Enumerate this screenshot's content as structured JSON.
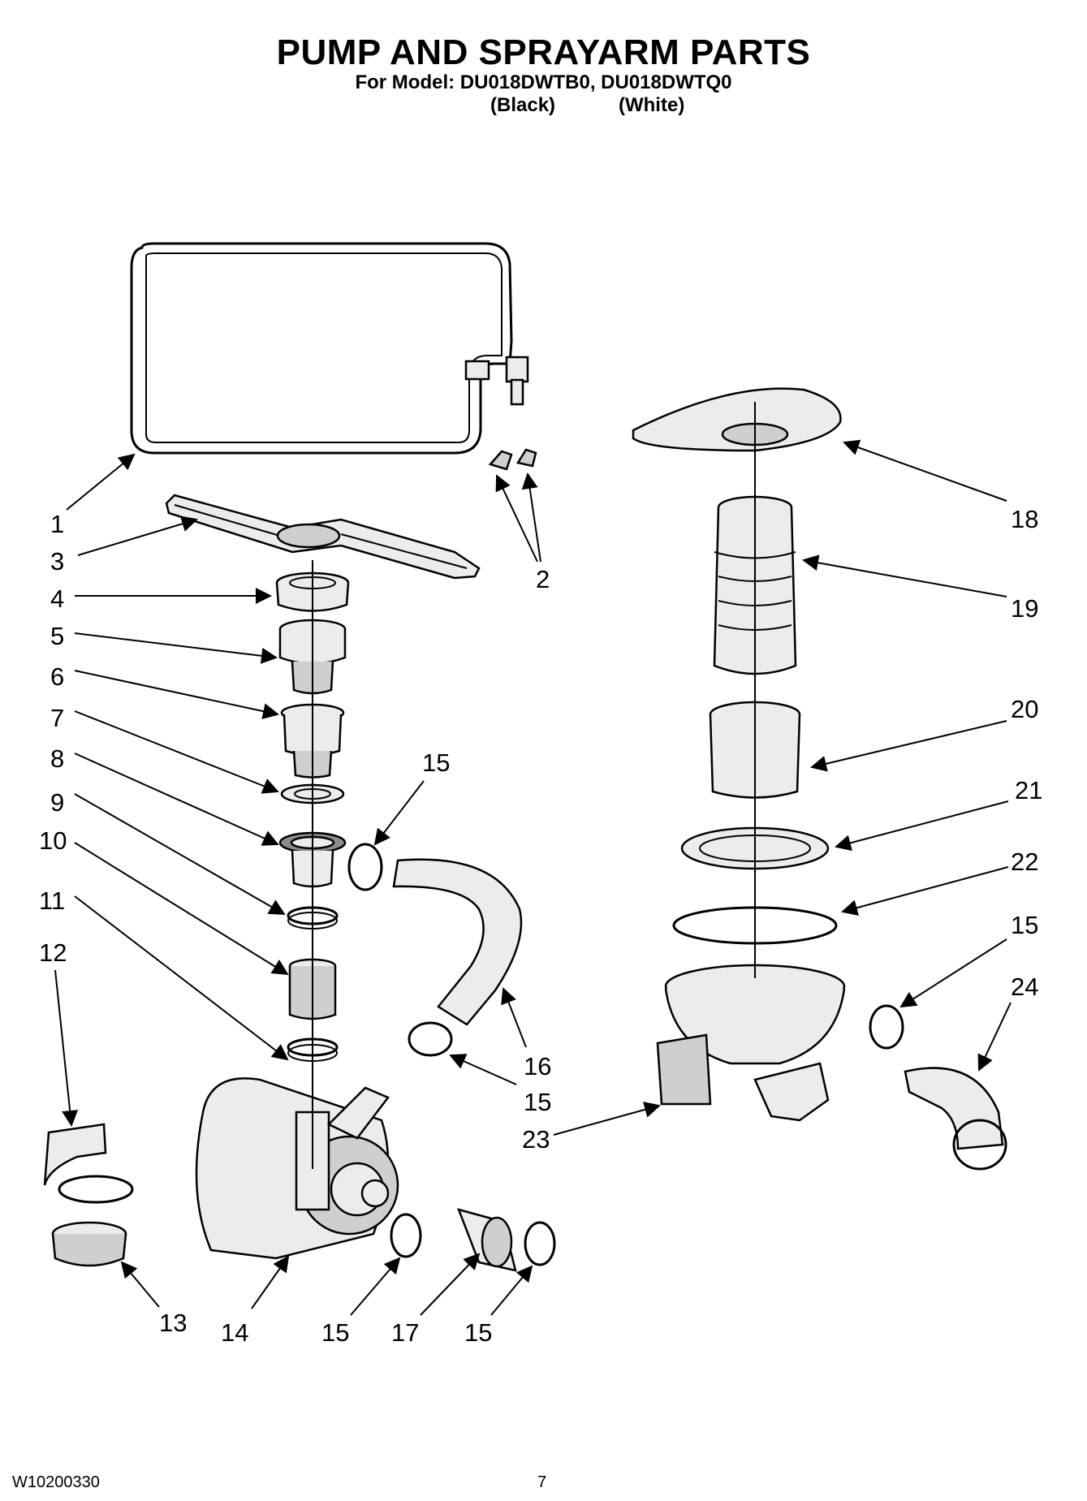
{
  "header": {
    "title": "PUMP AND SPRAYARM PARTS",
    "model_line": "For Model: DU018DWTB0, DU018DWTQ0",
    "variant_black": "(Black)",
    "variant_white": "(White)"
  },
  "callouts": [
    "1",
    "2",
    "3",
    "4",
    "5",
    "6",
    "7",
    "8",
    "9",
    "10",
    "11",
    "12",
    "13",
    "14",
    "15",
    "15",
    "15",
    "15",
    "15",
    "15",
    "16",
    "17",
    "18",
    "19",
    "20",
    "21",
    "22",
    "23",
    "24"
  ],
  "footer": {
    "doc_number": "W10200330",
    "page_number": "7"
  }
}
